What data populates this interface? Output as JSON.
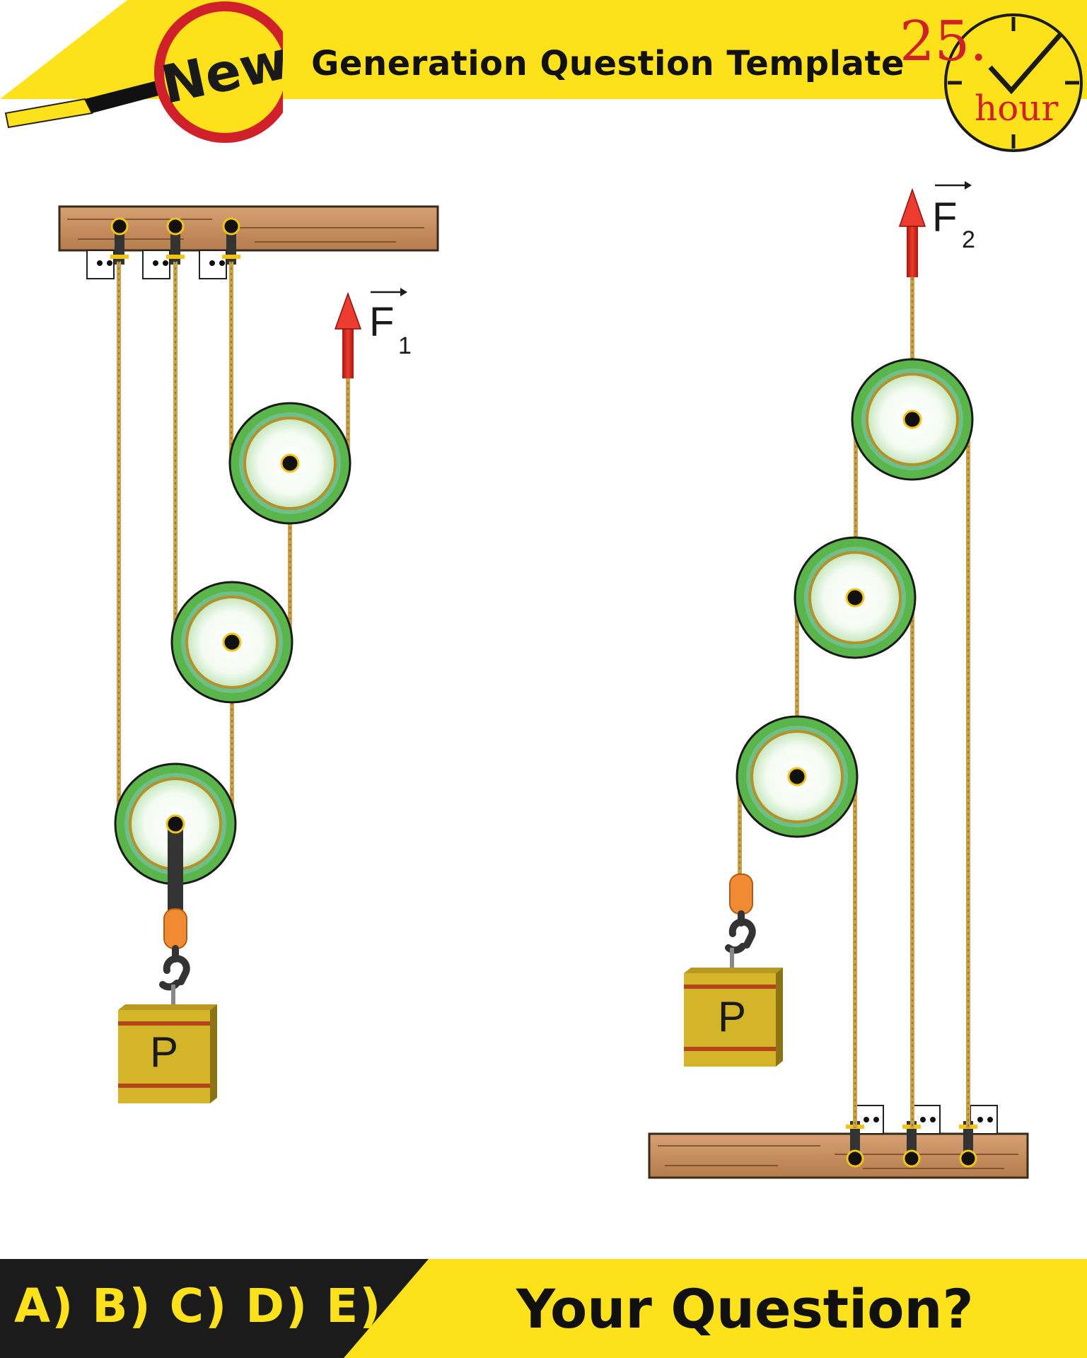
{
  "header": {
    "badge_text": "New",
    "title": "Generation Question Template",
    "timer_number": "25.",
    "timer_unit": "hour"
  },
  "diagram": {
    "left_system": {
      "force_symbol": "F",
      "force_subscript": "1",
      "load_label": "P",
      "pulley_count": 3
    },
    "right_system": {
      "force_symbol": "F",
      "force_subscript": "2",
      "load_label": "P",
      "pulley_count": 3
    }
  },
  "footer": {
    "options": "A) B) C) D) E)",
    "question": "Your Question?"
  },
  "colors": {
    "header_yellow": "#fde21b",
    "footer_black": "#1b1b1b",
    "badge_ring": "#d0202a",
    "rope": "#c9a24a",
    "pulley_green": "#5ab54a",
    "pulley_gold": "#b5912a",
    "wood": "#c68f5e",
    "force_arrow": "#d8261d",
    "load_box": "#d4b429",
    "load_stripe": "#b3441c",
    "hook_orange": "#f08a33",
    "timer_red": "#d0202a"
  }
}
